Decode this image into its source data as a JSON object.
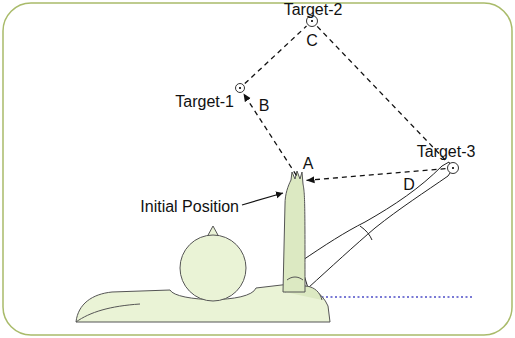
{
  "diagram": {
    "nodes": [
      {
        "text": [
          "Target-1"
        ]
      },
      {
        "text": [
          "Target-2"
        ]
      },
      {
        "text": [
          "Target-3"
        ]
      },
      {
        "text": [
          "A"
        ]
      }
    ],
    "edges": [
      {
        "from": 3,
        "to": 0,
        "arrow": "to"
      },
      {
        "from": 0,
        "to": 1,
        "arrow": "none"
      },
      {
        "from": 1,
        "to": 2,
        "arrow": "none"
      },
      {
        "from": 2,
        "to": 3,
        "arrow": "to"
      }
    ],
    "labels": [
      "B",
      "C",
      "D",
      "Initial Position"
    ]
  }
}
